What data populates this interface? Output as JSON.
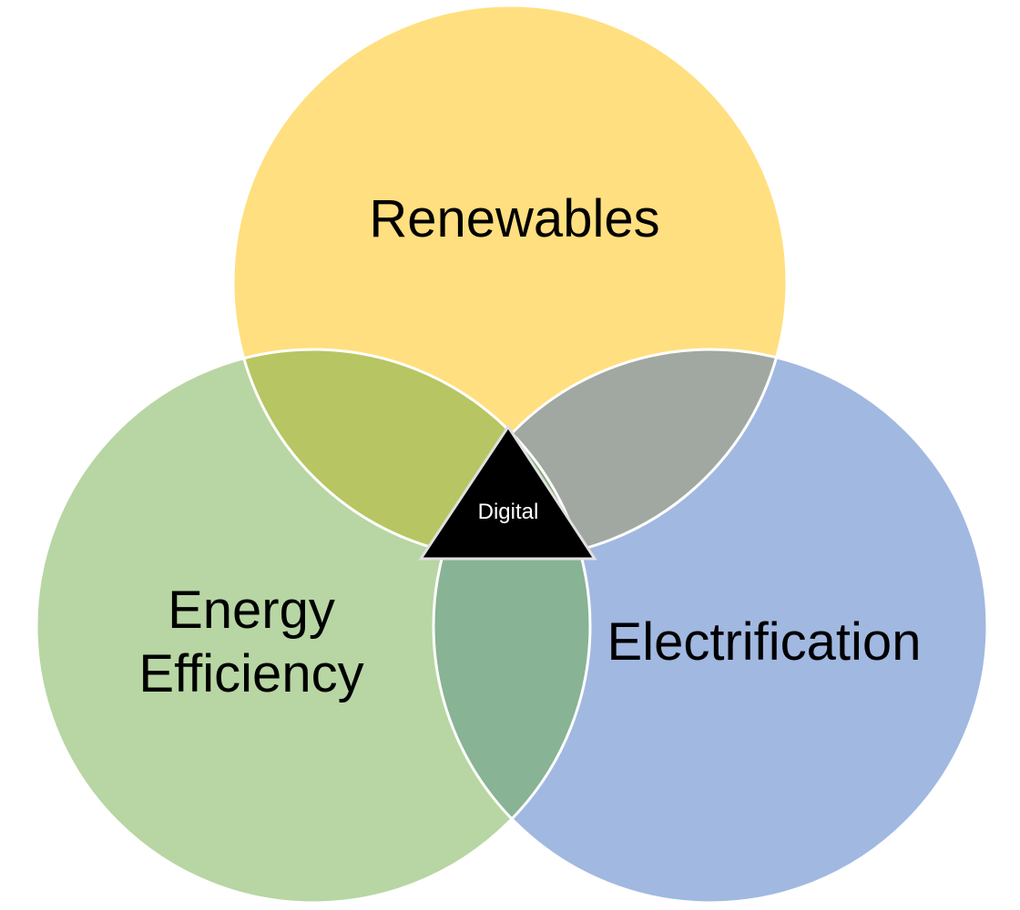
{
  "diagram": {
    "type": "venn-3-circles",
    "background_color": "#FFFFFF",
    "outline_color": "#FFFFFF",
    "label_text_color": "#000000"
  },
  "circles": [
    {
      "id": "renewables",
      "label": "Renewables",
      "fill": "#FFC000"
    },
    {
      "id": "energy-efficiency",
      "label": "Energy Efficiency",
      "label_lines": [
        "Energy",
        "Efficiency"
      ],
      "fill": "#70AD47"
    },
    {
      "id": "electrification",
      "label": "Electrification",
      "fill": "#4472C4"
    }
  ],
  "center_shape": {
    "label": "Digital",
    "shape": "triangle",
    "fill": "#000000",
    "stroke": "#E0E0E0",
    "text_color": "#FFFFFF"
  },
  "overlap_colors_observed": {
    "renewables_energy_efficiency": "#B5C573",
    "renewables_electrification": "#A0A8AB",
    "energy_efficiency_electrification": "#8AB097"
  }
}
